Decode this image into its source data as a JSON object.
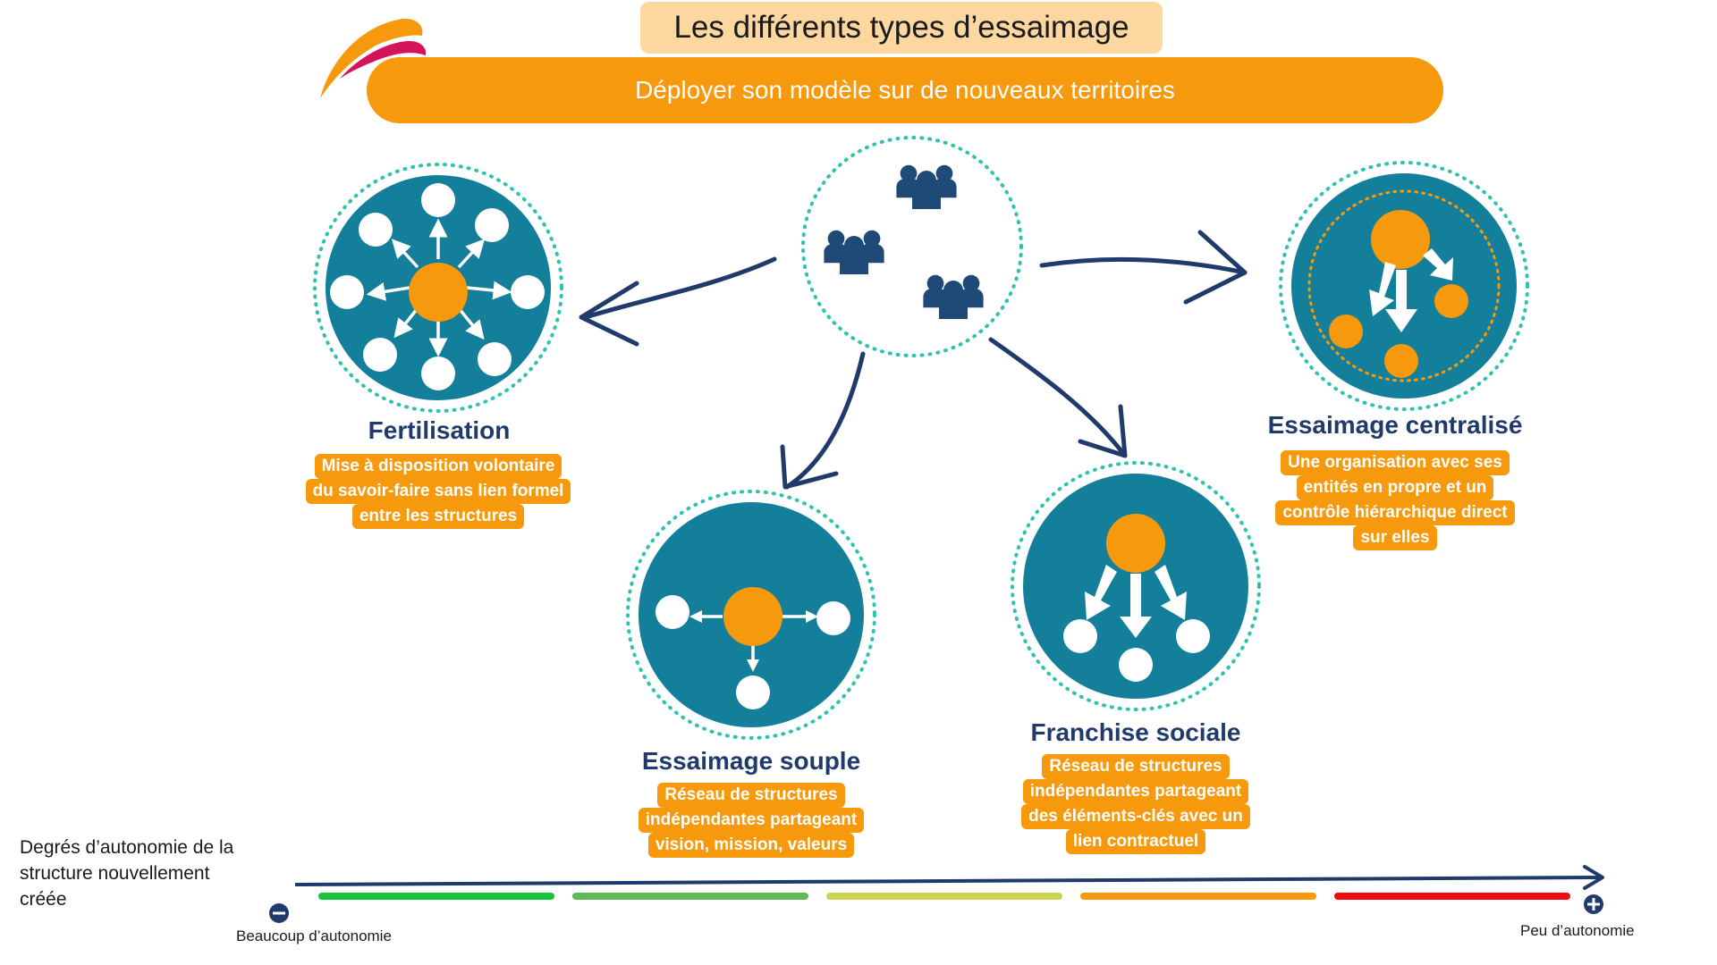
{
  "title": "Les différents types d’essaimage",
  "subtitle": "Déployer son modèle sur de nouveaux territoires",
  "types": [
    {
      "name": "Fertilisation",
      "desc": [
        "Mise à disposition volontaire",
        "du savoir-faire sans lien formel",
        "entre les structures"
      ]
    },
    {
      "name": "Essaimage souple",
      "desc": [
        "Réseau de structures",
        "indépendantes partageant",
        "vision, mission, valeurs"
      ]
    },
    {
      "name": "Franchise sociale",
      "desc": [
        "Réseau de structures",
        "indépendantes partageant",
        "des éléments-clés avec un",
        "lien contractuel"
      ]
    },
    {
      "name": "Essaimage centralisé",
      "desc": [
        "Une organisation avec ses",
        "entités en propre et un",
        "contrôle hiérarchique direct",
        "sur elles"
      ]
    }
  ],
  "axis": {
    "title": "Degrés d’autonomie de la structure nouvellement créée",
    "left_label": "Beaucoup d’autonomie",
    "right_label": "Peu d’autonomie",
    "scale_colors": [
      "#19c23a",
      "#62b75a",
      "#cfd354",
      "#f7990c",
      "#ee0b12"
    ]
  },
  "colors": {
    "teal": "#147f9b",
    "orange": "#f7990c",
    "navy": "#1f3a6b",
    "dots": "#2ec4ac",
    "peach": "#fdd7a0"
  },
  "icons": [
    "logo-swoosh",
    "people-group-icon",
    "arrow-icon"
  ]
}
